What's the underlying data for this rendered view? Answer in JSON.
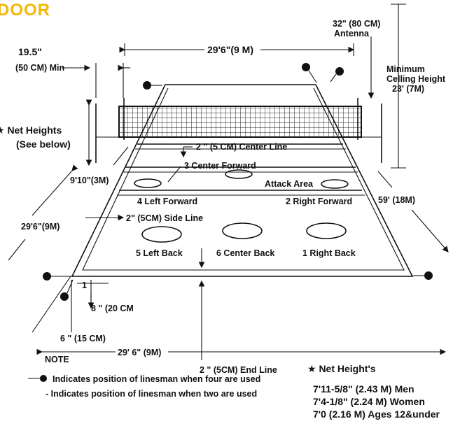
{
  "header": {
    "title": "DOOR",
    "title_color": "#f2b705"
  },
  "court": {
    "width_top": "29'6\"(9 M)",
    "width_bottom": "29' 6\" (9M)",
    "length_side": "29'6\"(9M)",
    "full_length": "59' (18M)",
    "attack_depth": "9'10\"(3M)",
    "center_line": "2 \" (5 CM) Center Line",
    "side_line": "2\" (5CM) Side Line",
    "end_line": "2 \" (5CM) End Line",
    "attack_area": "Attack Area",
    "antenna": {
      "line1": "32\" (80 CM)",
      "line2": "Antenna"
    },
    "ceiling": {
      "line1": "Minimum",
      "line2": "Celling Height",
      "line3": "23' (7M)"
    },
    "post_offset": {
      "line1": "19.5\"",
      "line2": "(50 CM) Min"
    },
    "net_heights": {
      "line1": "★ Net Heights",
      "line2": "(See below)"
    },
    "dim_8in": "8 \" (20 CM",
    "dim_6in": "6 \" (15 CM)",
    "dim_1": "1"
  },
  "positions": [
    {
      "label": "3 Center Forward"
    },
    {
      "label": "4 Left Forward"
    },
    {
      "label": "2 Right Forward"
    },
    {
      "label": "5 Left Back"
    },
    {
      "label": "6 Center Back"
    },
    {
      "label": "1 Right Back"
    }
  ],
  "note": {
    "title": "NOTE",
    "four_linesmen": "Indicates position of linesman when four are used",
    "two_linesmen": "- Indicates position of linesman when two are used"
  },
  "net_height_table": {
    "title": "★ Net Height's",
    "rows": [
      "7'11-5/8\" (2.43 M) Men",
      "7'4-1/8\" (2.24 M) Women",
      "7'0 (2.16 M) Ages 12&under"
    ]
  }
}
